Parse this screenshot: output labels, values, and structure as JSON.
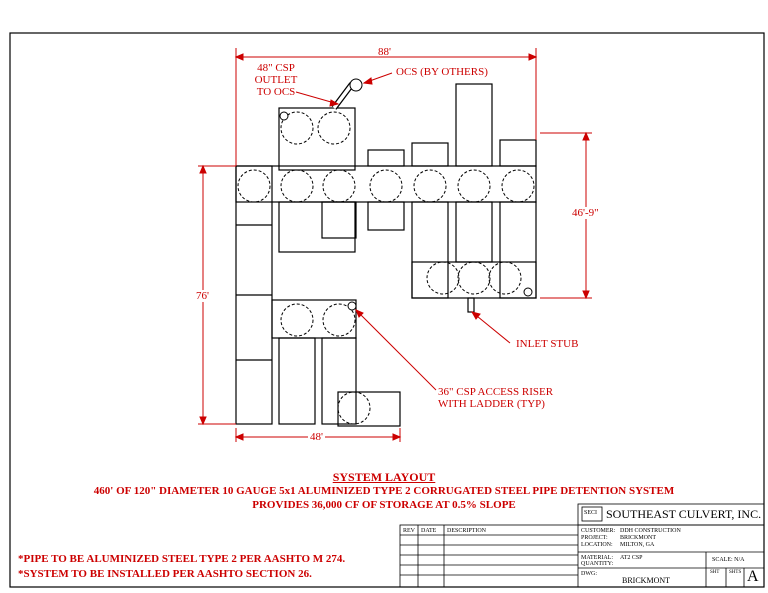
{
  "dimensions": {
    "overall_width": "88'",
    "right_height": "46'-9\"",
    "left_height": "76'",
    "bottom_width": "48'"
  },
  "callouts": {
    "outlet": [
      "48\" CSP",
      "OUTLET",
      "TO OCS"
    ],
    "ocs": "OCS (BY OTHERS)",
    "inlet": "INLET STUB",
    "riser": [
      "36\" CSP ACCESS RISER",
      "WITH LADDER (TYP)"
    ]
  },
  "system": {
    "heading": "SYSTEM LAYOUT",
    "line1": "460' OF 120\" DIAMETER 10 GAUGE 5x1 ALUMINIZED TYPE 2 CORRUGATED STEEL PIPE DETENTION SYSTEM",
    "line2": "PROVIDES 36,000 CF OF STORAGE AT 0.5% SLOPE"
  },
  "notes": [
    "*PIPE TO BE ALUMINIZED STEEL TYPE 2 PER AASHTO M 274.",
    "*SYSTEM TO BE INSTALLED PER AASHTO SECTION 26."
  ],
  "title_block": {
    "company": "SOUTHEAST CULVERT, INC.",
    "logo": "SECI",
    "rev_headers": [
      "REV",
      "DATE",
      "DESCRIPTION"
    ],
    "customer_label": "CUSTOMER:",
    "customer": "DDH CONSTRUCTION",
    "project_label": "PROJECT:",
    "project": "BRICKMONT",
    "location_label": "LOCATION:",
    "location": "MILTON, GA",
    "material_label": "MATERIAL:",
    "material": "AT2 CSP",
    "quantity_label": "QUANTITY:",
    "scale_label": "SCALE: N/A",
    "dwg_label": "DWG:",
    "dwg": "BRICKMONT",
    "sht_label": "SHT",
    "shts_label": "SHTS",
    "size": "A"
  },
  "colors": {
    "line": "#000000",
    "annotation": "#cc0000"
  }
}
